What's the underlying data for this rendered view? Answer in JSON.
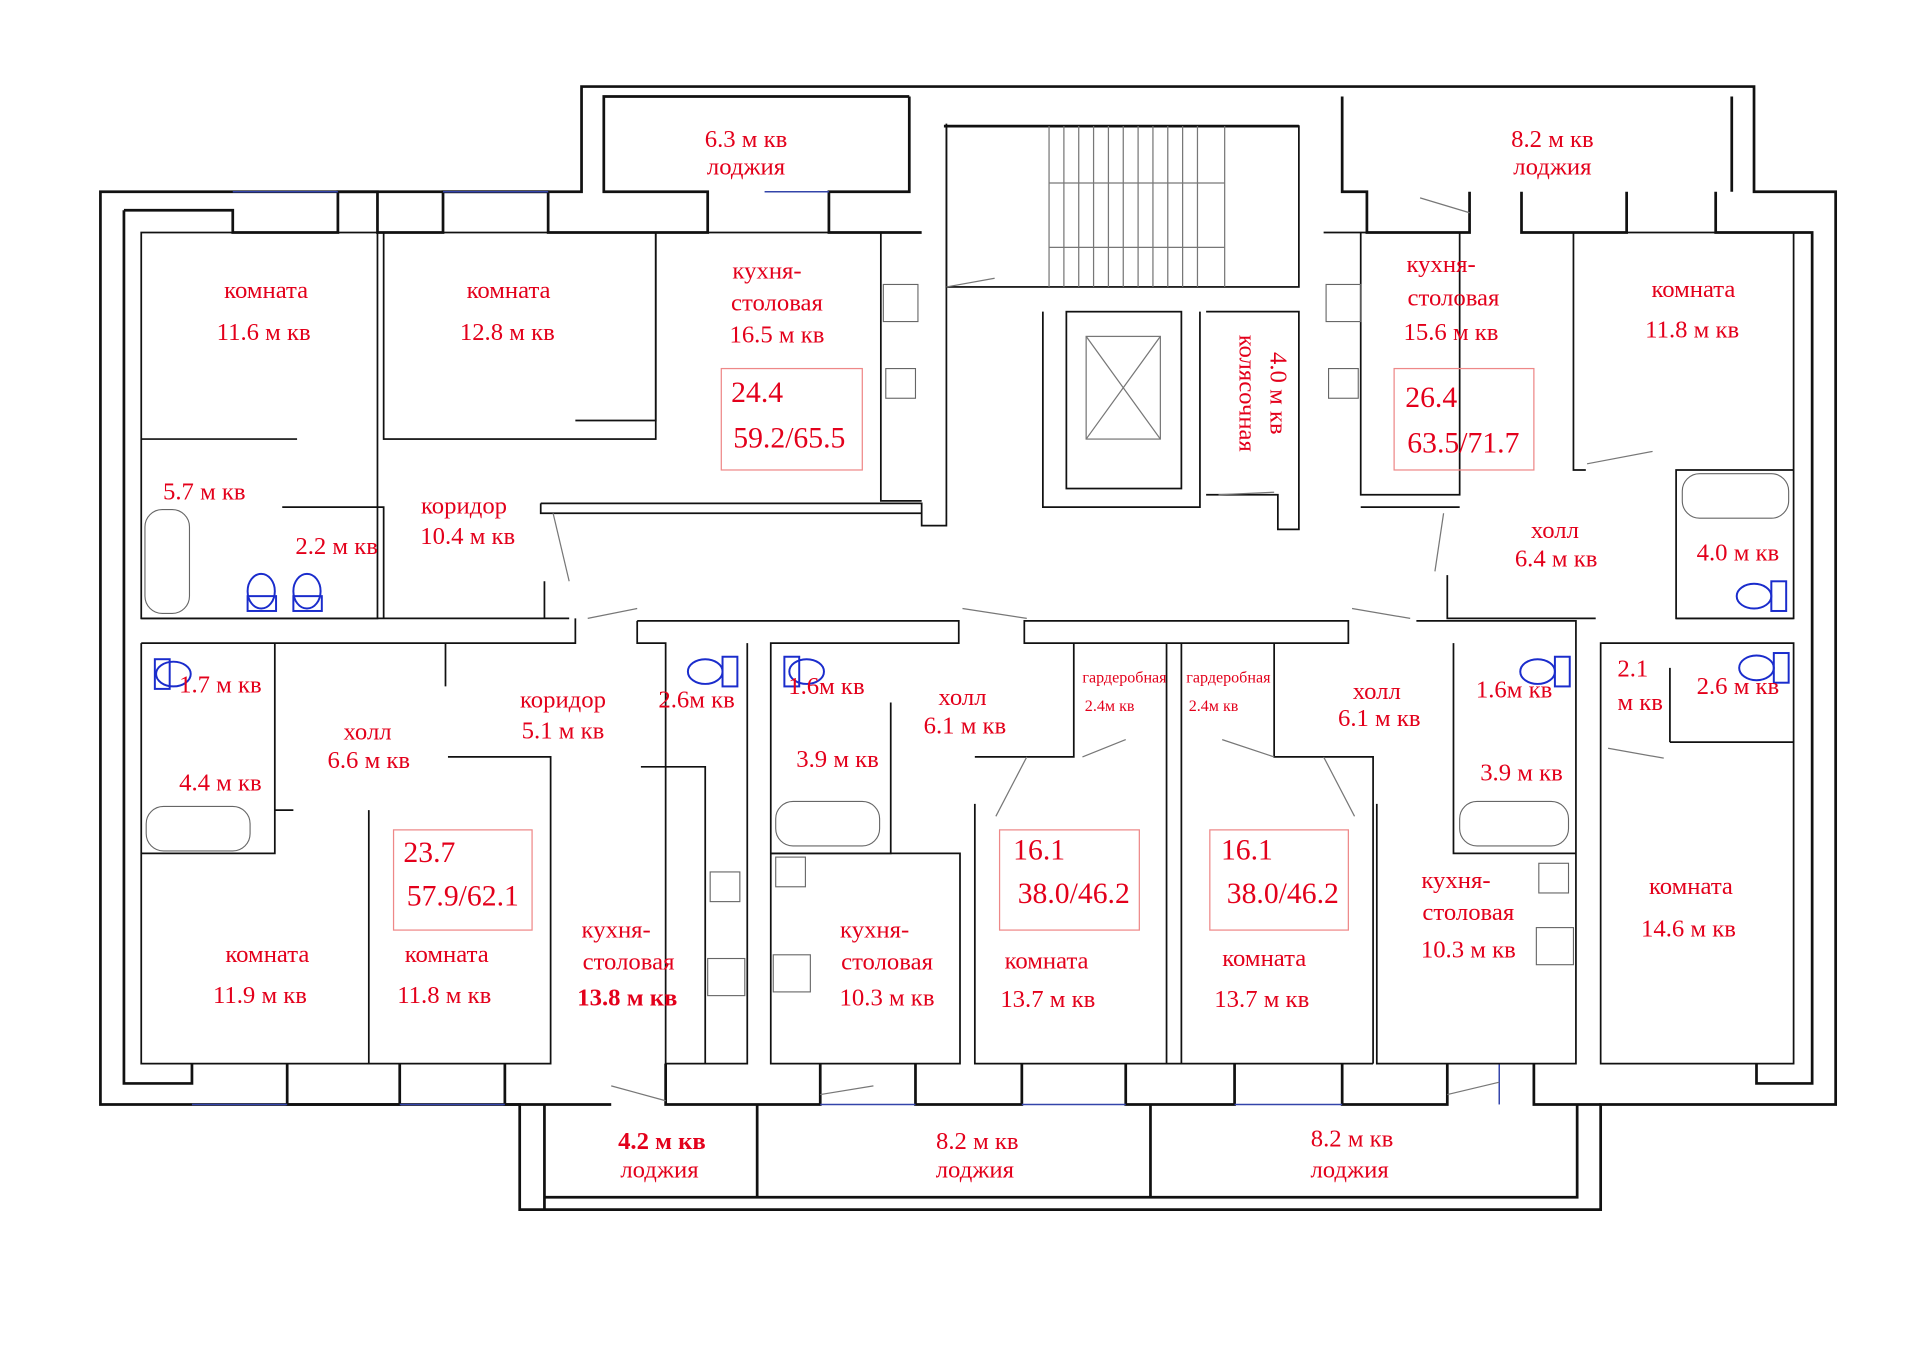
{
  "colors": {
    "label": "#e3001b",
    "wall": "#111111",
    "fixture": "#1a2ccc"
  },
  "loggias": {
    "top_left": {
      "area": "6.3 м кв",
      "name": "лоджия"
    },
    "top_right": {
      "area": "8.2 м кв",
      "name": "лоджия"
    },
    "bottom_1": {
      "area": "4.2 м кв",
      "name": "лоджия"
    },
    "bottom_2": {
      "area": "8.2 м кв",
      "name": "лоджия"
    },
    "bottom_3": {
      "area": "8.2 м кв",
      "name": "лоджия"
    }
  },
  "apartments": [
    {
      "kitchen": "24.4",
      "living_total": "59.2/65.5"
    },
    {
      "kitchen": "26.4",
      "living_total": "63.5/71.7"
    },
    {
      "kitchen": "23.7",
      "living_total": "57.9/62.1"
    },
    {
      "kitchen": "16.1",
      "living_total": "38.0/46.2"
    },
    {
      "kitchen": "16.1",
      "living_total": "38.0/46.2"
    }
  ],
  "rooms": {
    "r1": {
      "name": "комната",
      "area": "11.6 м кв"
    },
    "r2": {
      "name": "комната",
      "area": "12.8 м кв"
    },
    "k1": {
      "name1": "кухня-",
      "name2": "столовая",
      "area": "16.5 м кв"
    },
    "b1": {
      "area": "5.7 м кв"
    },
    "c1": {
      "name": "коридор",
      "area": "10.4 м кв"
    },
    "b2": {
      "area": "2.2 м кв"
    },
    "kol": {
      "name": "колясочная",
      "area": "4.0 м кв"
    },
    "k2": {
      "name1": "кухня-",
      "name2": "столовая",
      "area": "15.6 м кв"
    },
    "r3": {
      "name": "комната",
      "area": "11.8 м кв"
    },
    "h1": {
      "name": "холл",
      "area": "6.4 м кв"
    },
    "b3": {
      "area": "4.0 м кв"
    },
    "b4": {
      "area": "1.7 м кв"
    },
    "h2": {
      "name": "холл",
      "area": "6.6 м кв"
    },
    "c2": {
      "name": "коридор",
      "area": "5.1 м кв"
    },
    "b5": {
      "area": "2.6м кв"
    },
    "b6": {
      "area": "1.6м кв"
    },
    "h3": {
      "name": "холл",
      "area": "6.1 м кв"
    },
    "g1": {
      "name": "гардеробная",
      "area": "2.4м кв"
    },
    "g2": {
      "name": "гардеробная",
      "area": "2.4м кв"
    },
    "h4": {
      "name": "холл",
      "area": "6.1 м кв"
    },
    "b7": {
      "area": "1.6м кв"
    },
    "hall21": {
      "area1": "2.1",
      "area2": "м кв"
    },
    "b8": {
      "area": "2.6 м кв"
    },
    "b9": {
      "area": "4.4 м кв"
    },
    "b10": {
      "area": "3.9 м кв"
    },
    "b11": {
      "area": "3.9 м кв"
    },
    "k3": {
      "name1": "кухня-",
      "name2": "столовая",
      "area": "10.3 м кв"
    },
    "r4": {
      "name": "комната",
      "area": "14.6 м кв"
    },
    "k4": {
      "name1": "кухня-",
      "name2": "столовая",
      "area": "13.8 м кв"
    },
    "k5": {
      "name1": "кухня-",
      "name2": "столовая",
      "area": "10.3 м кв"
    },
    "r5": {
      "name": "комната",
      "area": "11.9 м кв"
    },
    "r6": {
      "name": "комната",
      "area": "11.8 м кв"
    },
    "r7": {
      "name": "комната",
      "area": "13.7 м кв"
    },
    "r8": {
      "name": "комната",
      "area": "13.7 м кв"
    }
  }
}
